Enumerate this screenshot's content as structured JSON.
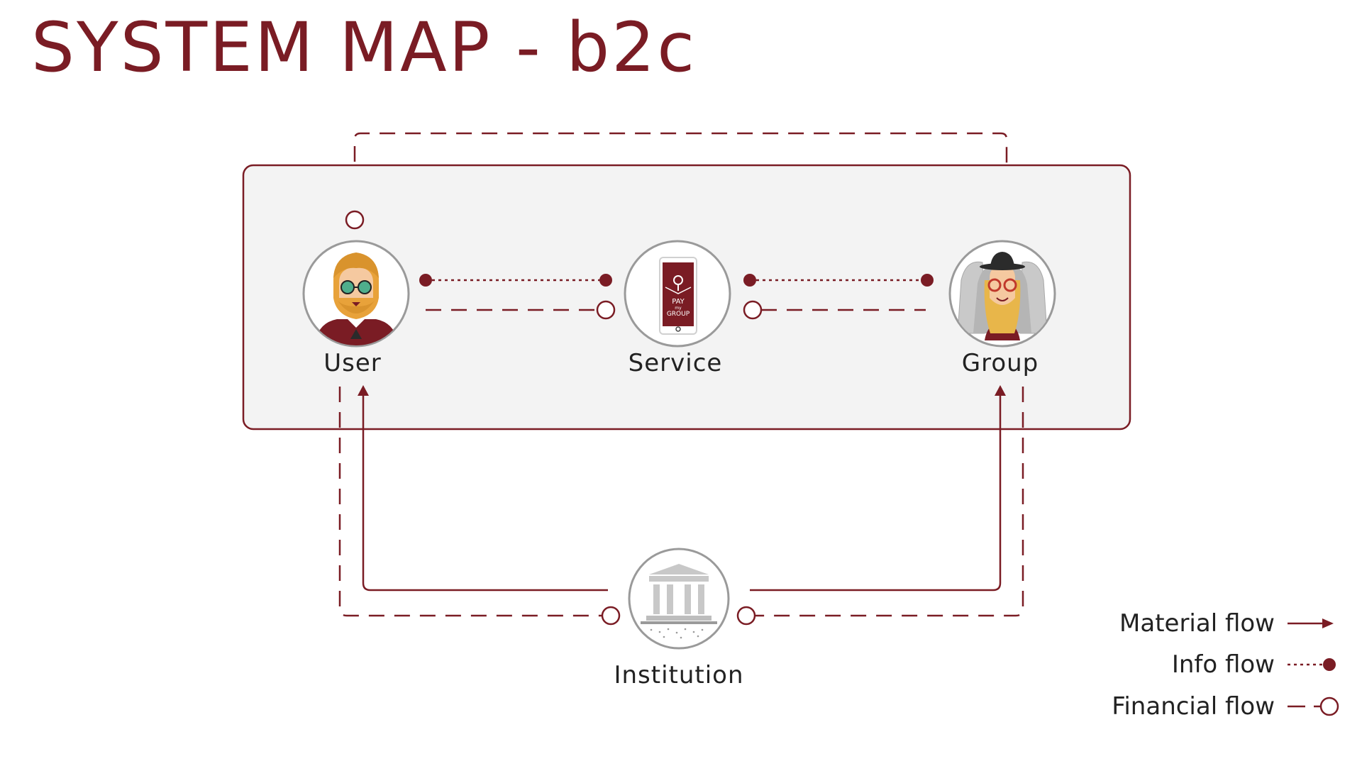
{
  "title": "SYSTEM MAP - b2c",
  "colors": {
    "accent": "#7a1c24",
    "node_stroke": "#9a9a9a",
    "panel_fill": "#f3f3f3",
    "text": "#222222",
    "building_gray": "#c8c8c8"
  },
  "nodes": {
    "user": {
      "label": "User",
      "icon": "bearded-man-avatar-icon"
    },
    "service": {
      "label": "Service",
      "icon": "pay-my-group-phone-icon",
      "app_text_1": "PAY",
      "app_text_2": "my",
      "app_text_3": "GROUP"
    },
    "group": {
      "label": "Group",
      "icon": "group-people-avatar-icon"
    },
    "institution": {
      "label": "Institution",
      "icon": "bank-building-icon"
    }
  },
  "legend": {
    "material": {
      "label": "Material flow",
      "icon": "solid-arrow-icon"
    },
    "info": {
      "label": "Info flow",
      "icon": "dotted-line-dot-icon"
    },
    "financial": {
      "label": "Financial flow",
      "icon": "dashed-line-circle-icon"
    }
  }
}
